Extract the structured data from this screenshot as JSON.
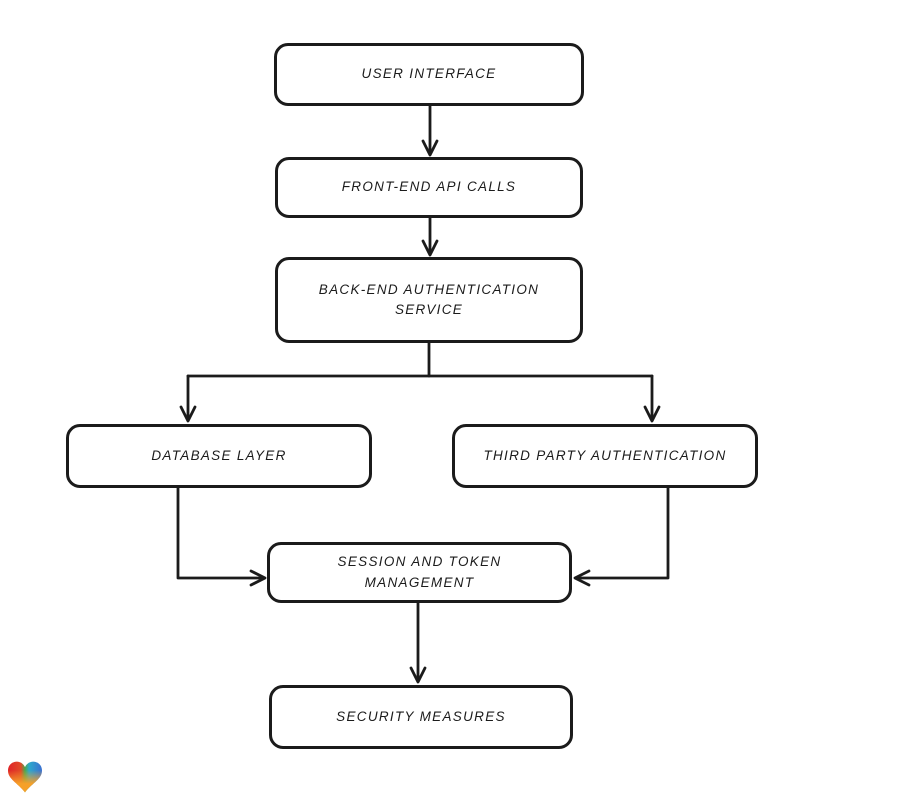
{
  "canvas": {
    "background_color": "#ffffff",
    "node_fill_color": "#ffffff",
    "stroke_color": "#1b1b1b"
  },
  "diagram": {
    "type": "flowchart",
    "nodes": [
      {
        "id": "user-interface",
        "label": "USER INTERFACE"
      },
      {
        "id": "front-end-api-calls",
        "label": "FRONT-END API CALLS"
      },
      {
        "id": "back-end-authentication-service",
        "label": "BACK-END AUTHENTICATION SERVICE"
      },
      {
        "id": "database-layer",
        "label": "DATABASE LAYER"
      },
      {
        "id": "third-party-authentication",
        "label": "THIRD PARTY AUTHENTICATION"
      },
      {
        "id": "session-and-token-management",
        "label": "SESSION AND TOKEN MANAGEMENT"
      },
      {
        "id": "security-measures",
        "label": "SECURITY MEASURES"
      }
    ],
    "edges": [
      {
        "from": "user-interface",
        "to": "front-end-api-calls"
      },
      {
        "from": "front-end-api-calls",
        "to": "back-end-authentication-service"
      },
      {
        "from": "back-end-authentication-service",
        "to": "database-layer"
      },
      {
        "from": "back-end-authentication-service",
        "to": "third-party-authentication"
      },
      {
        "from": "database-layer",
        "to": "session-and-token-management"
      },
      {
        "from": "third-party-authentication",
        "to": "session-and-token-management"
      },
      {
        "from": "session-and-token-management",
        "to": "security-measures"
      }
    ]
  },
  "branding": {
    "logo_name": "eraser-heart-logo",
    "logo_colors": {
      "red": "#e02428",
      "green": "#4aa84d",
      "blue": "#3b70d1",
      "teal": "#2da9cc",
      "orange": "#f6a028"
    }
  }
}
